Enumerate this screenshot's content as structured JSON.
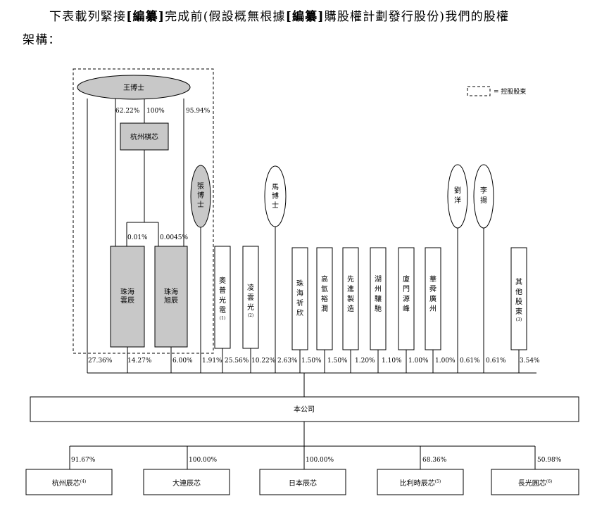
{
  "intro": {
    "p1": "下表載列緊接",
    "b1": "[編纂]",
    "p2": "完成前(假設概無根據",
    "b2": "[編纂]",
    "p3": "購股權計劃發行股份)我們的股權",
    "p4": "架構："
  },
  "legend": {
    "label": "= 控股股東"
  },
  "controller": {
    "name": "王博士",
    "pct_to_hangzhou_qixin": "62.22%",
    "pct_hq_to_gp": "100%",
    "pct_to_yunchen": "95.94%"
  },
  "hangzhou_qixin": {
    "name": "杭州棋芯"
  },
  "gp_pct": {
    "to_yunchen": "0.01%",
    "to_xuchen": "0.0045%"
  },
  "individuals": [
    {
      "name": "張博士"
    },
    {
      "name": "馬博士"
    },
    {
      "name": "劉洋"
    },
    {
      "name": "李揚"
    }
  ],
  "holders": [
    {
      "name": "珠海雲辰",
      "note": "",
      "pct": "14.27%"
    },
    {
      "name": "珠海旭辰",
      "note": "",
      "pct": "6.00%"
    },
    {
      "name": "奧普光電",
      "note": "(1)",
      "pct": "25.56%"
    },
    {
      "name": "凌雲光",
      "note": "(2)",
      "pct": "10.22%"
    },
    {
      "name": "珠海祈欣",
      "note": "",
      "pct": "1.50%"
    },
    {
      "name": "高氫裕潤",
      "note": "",
      "pct": "1.50%"
    },
    {
      "name": "先進製造",
      "note": "",
      "pct": "1.20%"
    },
    {
      "name": "湖州驤馳",
      "note": "",
      "pct": "1.10%"
    },
    {
      "name": "廈門源峰",
      "note": "",
      "pct": "1.00%"
    },
    {
      "name": "華舜廣州",
      "note": "",
      "pct": "1.00%"
    },
    {
      "name": "其他股東",
      "note": "(3)",
      "pct": "3.54%"
    }
  ],
  "direct_pcts": {
    "wang": "27.36%",
    "zhang": "1.91%",
    "ma": "2.63%",
    "liu": "0.61%",
    "li": "0.61%"
  },
  "company": {
    "name": "本公司"
  },
  "subsidiaries": [
    {
      "name": "杭州辰芯",
      "note": "(4)",
      "pct": "91.67%"
    },
    {
      "name": "大連辰芯",
      "note": "",
      "pct": "100.00%"
    },
    {
      "name": "日本辰芯",
      "note": "",
      "pct": "100.00%"
    },
    {
      "name": "比利時辰芯",
      "note": "(5)",
      "pct": "68.36%"
    },
    {
      "name": "長光圓芯",
      "note": "(6)",
      "pct": "50.98%"
    }
  ]
}
